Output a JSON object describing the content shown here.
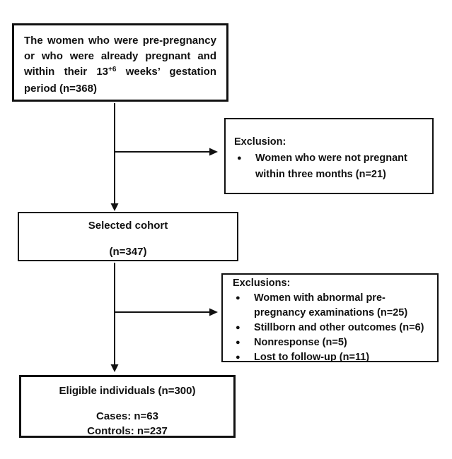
{
  "colors": {
    "ink": "#111111",
    "background": "#ffffff"
  },
  "flow": {
    "bullet_glyph": "●",
    "initial": {
      "text_before_sup": "The women who were pre-pregnancy or who were already pregnant and within their 13",
      "sup": "+6",
      "text_after_sup": " weeks’ gestation period (n=368)"
    },
    "exclusion1": {
      "title": "Exclusion:",
      "items": [
        "Women who were not pregnant within three months (n=21)"
      ]
    },
    "cohort": {
      "title": "Selected cohort",
      "n": "(n=347)"
    },
    "exclusion2": {
      "title": "Exclusions:",
      "items": [
        "Women with abnormal pre-pregnancy examinations (n=25)",
        "Stillborn and other outcomes (n=6)",
        "Nonresponse (n=5)",
        "Lost to follow-up (n=11)"
      ]
    },
    "eligible": {
      "title": "Eligible individuals (n=300)",
      "cases": "Cases: n=63",
      "controls": "Controls: n=237"
    }
  }
}
